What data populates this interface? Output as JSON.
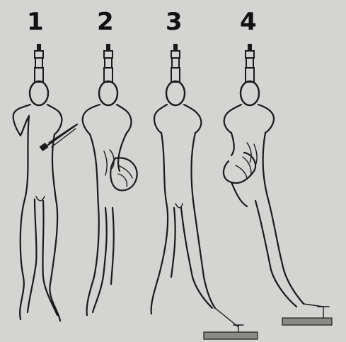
{
  "figure": {
    "stages": [
      {
        "number": "1",
        "icon": "carcass-hanging-with-knife"
      },
      {
        "number": "2",
        "icon": "carcass-viscera-removed"
      },
      {
        "number": "3",
        "icon": "carcass-hanging-weighted"
      },
      {
        "number": "4",
        "icon": "carcass-viscera-out-weighted"
      }
    ],
    "colors": {
      "background": "#d4d4d2",
      "ink": "#1a1a1a",
      "weight": "#8a8a86"
    }
  }
}
